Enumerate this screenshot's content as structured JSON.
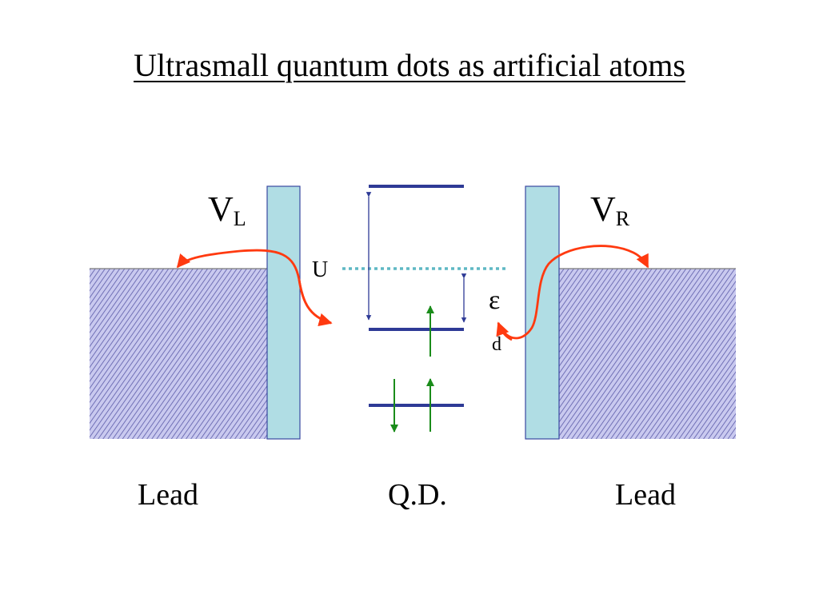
{
  "title": "Ultrasmall quantum dots as artificial atoms",
  "labels": {
    "left_lead": "Lead",
    "dot": "Q.D.",
    "right_lead": "Lead",
    "coupling_left_main": "V",
    "coupling_left_sub": "L",
    "coupling_right_main": "V",
    "coupling_right_sub": "R",
    "coulomb": "U",
    "level_main": "ε",
    "level_sub": "d"
  },
  "colors": {
    "lead_fill": "#b8b8e6",
    "lead_hatch": "#5a5aa8",
    "barrier_fill": "#b0dde4",
    "barrier_stroke": "#3a48a0",
    "level_line": "#2e3a96",
    "fermi_dotted": "#5fb8c4",
    "tunnel_arrow": "#ff3a10",
    "spin_arrow": "#1a8c1a",
    "dim_arrow": "#2e3a96"
  }
}
